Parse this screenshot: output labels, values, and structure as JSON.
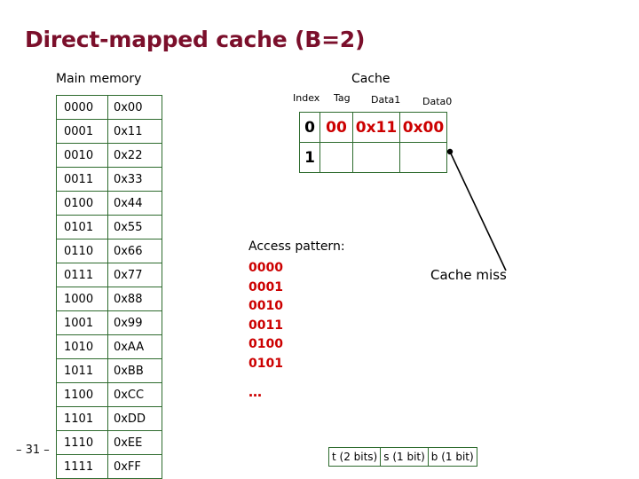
{
  "slide": {
    "title": "Direct-mapped cache (B=2)",
    "number": "– 31 –"
  },
  "main_memory": {
    "label": "Main memory",
    "rows": [
      {
        "address": "0000",
        "value": "0x00"
      },
      {
        "address": "0001",
        "value": "0x11"
      },
      {
        "address": "0010",
        "value": "0x22"
      },
      {
        "address": "0011",
        "value": "0x33"
      },
      {
        "address": "0100",
        "value": "0x44"
      },
      {
        "address": "0101",
        "value": "0x55"
      },
      {
        "address": "0110",
        "value": "0x66"
      },
      {
        "address": "0111",
        "value": "0x77"
      },
      {
        "address": "1000",
        "value": "0x88"
      },
      {
        "address": "1001",
        "value": "0x99"
      },
      {
        "address": "1010",
        "value": "0xAA"
      },
      {
        "address": "1011",
        "value": "0xBB"
      },
      {
        "address": "1100",
        "value": "0xCC"
      },
      {
        "address": "1101",
        "value": "0xDD"
      },
      {
        "address": "1110",
        "value": "0xEE"
      },
      {
        "address": "1111",
        "value": "0xFF"
      }
    ]
  },
  "cache": {
    "label": "Cache",
    "headers": {
      "index": "Index",
      "tag": "Tag",
      "data1": "Data1",
      "data0": "Data0"
    },
    "rows": [
      {
        "index": "0",
        "tag": "00",
        "data1": "0x11",
        "data0": "0x00"
      },
      {
        "index": "1",
        "tag": "",
        "data1": "",
        "data0": ""
      }
    ]
  },
  "access_pattern": {
    "title": "Access pattern:",
    "items": [
      "0000",
      "0001",
      "0010",
      "0011",
      "0100",
      "0101"
    ],
    "ellipsis": "…"
  },
  "annotation": {
    "cache_miss": "Cache miss"
  },
  "address_fields": [
    "t (2 bits)",
    "s (1 bit)",
    "b (1 bit)"
  ],
  "colors": {
    "title": "#7b0f2b",
    "highlight": "#cc0000",
    "border": "#2e6b2e",
    "text": "#000000"
  }
}
